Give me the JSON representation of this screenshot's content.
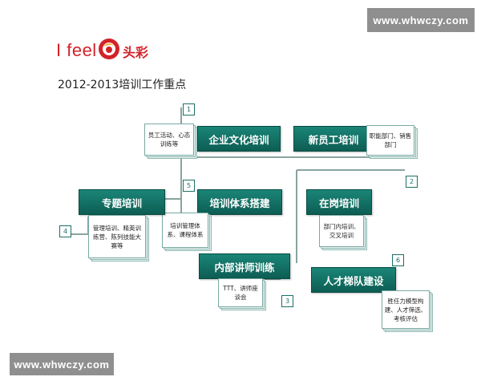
{
  "watermark": {
    "top": "www.whwczy.com",
    "bottom": "www.whwczy.com"
  },
  "logo": {
    "text": "I feel",
    "cn": "头彩"
  },
  "title": "2012-2013培训工作重点",
  "items": [
    {
      "num": "1",
      "label": "企业文化培训",
      "note": "员工活动、心态训练等"
    },
    {
      "num": "",
      "label": "新员工培训",
      "note": "职能部门、销售部门"
    },
    {
      "num": "2",
      "label": "在岗培训",
      "note": "部门内培训、交叉培训"
    },
    {
      "num": "3",
      "label": "内部讲师训练",
      "note": "TTT、讲师座谈会"
    },
    {
      "num": "4",
      "label": "专题培训",
      "note": "管理培训、精英训练营、陈列技能大赛等"
    },
    {
      "num": "5",
      "label": "培训体系搭建",
      "note": "培训管理体系、课程体系"
    },
    {
      "num": "6",
      "label": "人才梯队建设",
      "note": "胜任力模型构建、人才筛选、考核评估"
    }
  ]
}
